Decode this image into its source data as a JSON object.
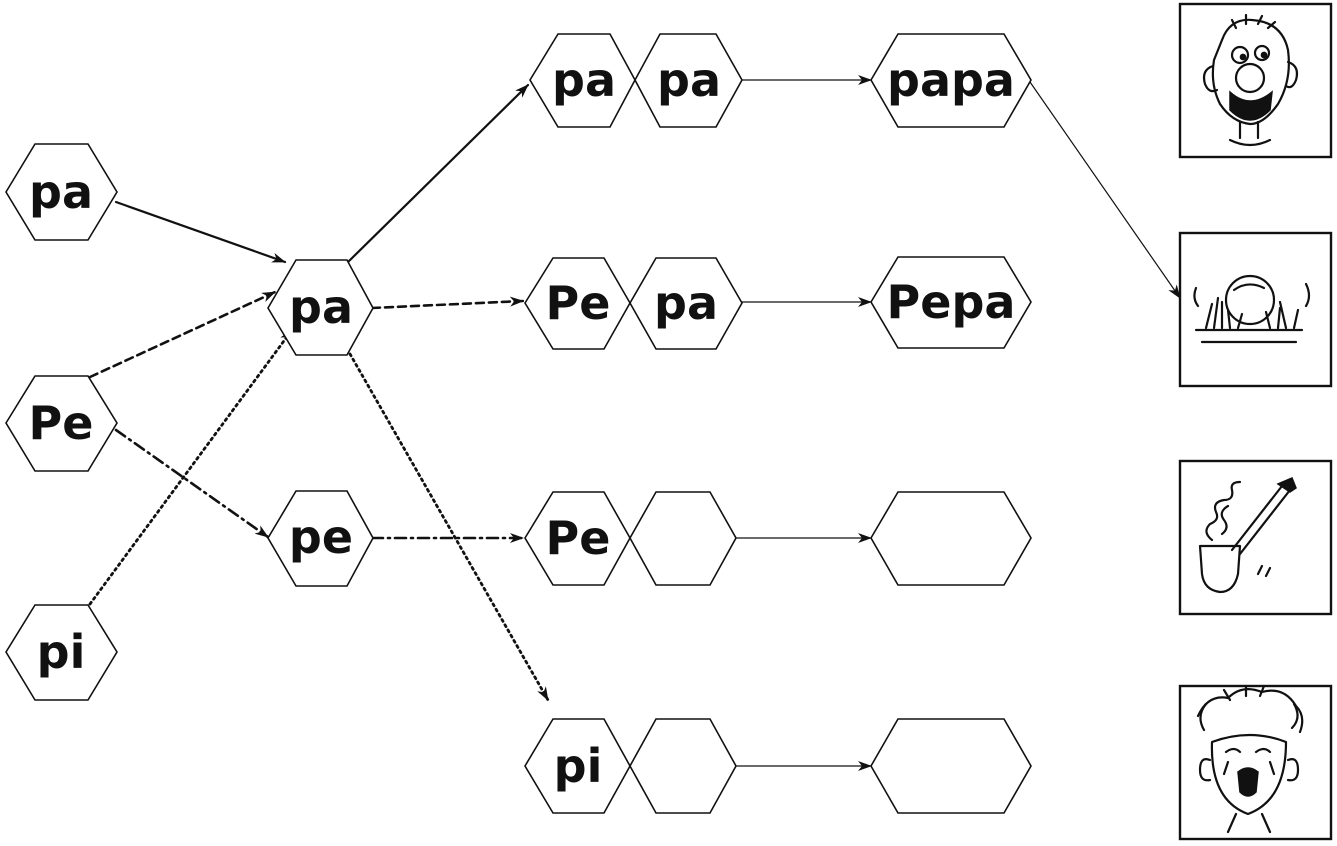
{
  "diagram": {
    "input_syllables": [
      "pa",
      "Pe",
      "pi"
    ],
    "hub_syllables": [
      "pa",
      "pe"
    ],
    "word_rows": [
      {
        "first": "pa",
        "second": "pa",
        "result": "papa"
      },
      {
        "first": "Pe",
        "second": "pa",
        "result": "Pepa"
      },
      {
        "first": "Pe",
        "second": "",
        "result": ""
      },
      {
        "first": "pi",
        "second": "",
        "result": ""
      }
    ],
    "pictures": [
      {
        "icon": "bearded-man-face"
      },
      {
        "icon": "ball-in-grass"
      },
      {
        "icon": "smoking-pipe"
      },
      {
        "icon": "crying-child-face"
      }
    ],
    "connectors": [
      {
        "from": "input pa",
        "to": "hub pa",
        "style": "solid"
      },
      {
        "from": "input Pe",
        "to": "hub pa",
        "style": "dashed"
      },
      {
        "from": "input Pe",
        "to": "hub pe",
        "style": "dash-dot"
      },
      {
        "from": "input pi",
        "to": "hub pa",
        "style": "dotted"
      },
      {
        "from": "hub pa",
        "to": "row 1",
        "style": "solid"
      },
      {
        "from": "hub pa",
        "to": "row 2",
        "style": "dashed"
      },
      {
        "from": "hub pe",
        "to": "row 3",
        "style": "dash-dot"
      },
      {
        "from": "hub pa",
        "to": "row 4",
        "style": "dotted"
      },
      {
        "from": "result papa",
        "to": "picture 2",
        "style": "thin"
      }
    ]
  }
}
